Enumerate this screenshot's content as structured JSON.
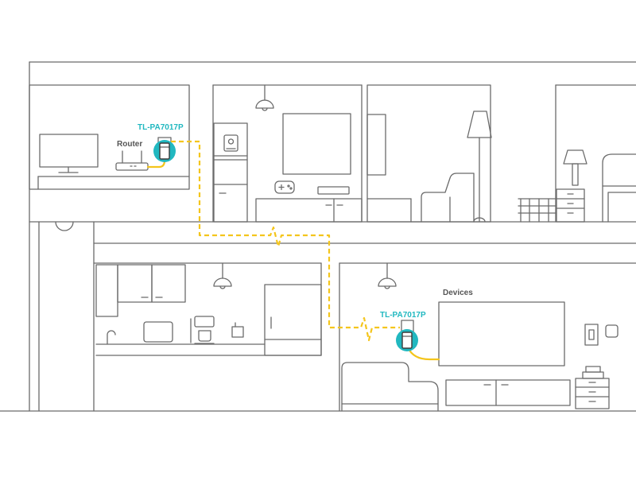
{
  "labels": {
    "router": "Router",
    "adapter_top": "TL-PA7017P",
    "adapter_bottom": "TL-PA7017P",
    "devices": "Devices"
  },
  "colors": {
    "line": "#6b6b6b",
    "powerline": "#f4c51c",
    "adapter_accent": "#21b8c0",
    "background": "#ffffff"
  }
}
